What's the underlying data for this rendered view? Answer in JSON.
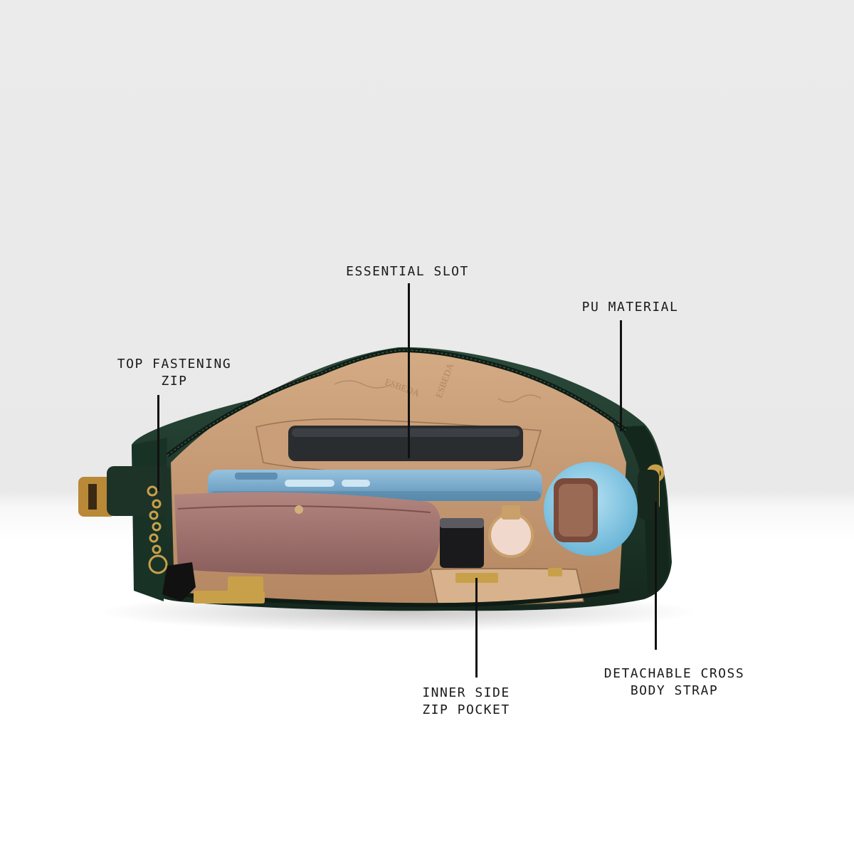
{
  "callouts": {
    "essential_slot": {
      "lines": [
        "ESSENTIAL SLOT"
      ]
    },
    "pu_material": {
      "lines": [
        "PU MATERIAL"
      ]
    },
    "top_zip": {
      "lines": [
        "TOP FASTENING",
        "ZIP"
      ]
    },
    "inner_pocket": {
      "lines": [
        "INNER SIDE",
        "ZIP POCKET"
      ]
    },
    "strap": {
      "lines": [
        "DETACHABLE CROSS",
        "BODY STRAP"
      ]
    }
  },
  "brand": {
    "lining_text": "ESBEDA"
  },
  "colors": {
    "bag_green": "#1f3a2c",
    "lining_tan": "#c49a72",
    "phone_blue": "#7fb0d1",
    "wallet_pink": "#a27471",
    "gold_hardware": "#c9a04a"
  }
}
